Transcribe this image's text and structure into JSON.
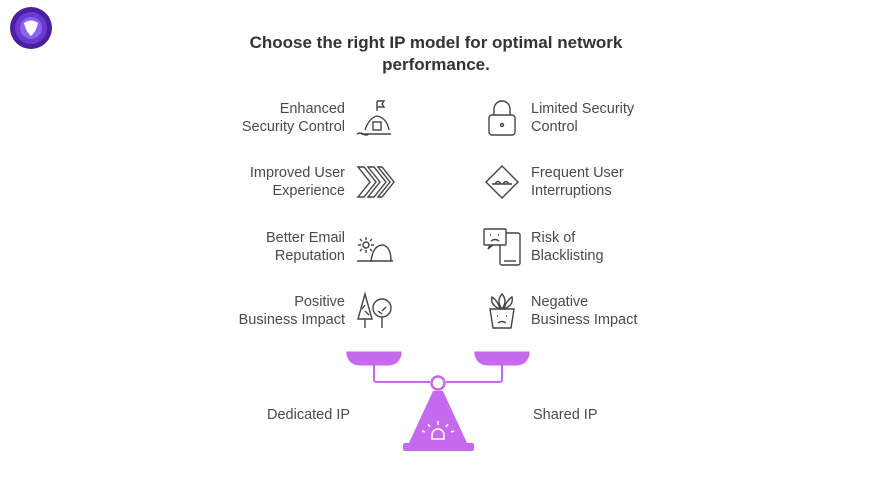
{
  "title_line1": "Choose the right IP model for optimal network",
  "title_line2": "performance.",
  "dedicated": {
    "label": "Dedicated IP",
    "items": [
      {
        "l1": "Enhanced",
        "l2": "Security Control",
        "icon": "castle-flag-icon"
      },
      {
        "l1": "Improved User",
        "l2": "Experience",
        "icon": "fast-forward-icon"
      },
      {
        "l1": "Better Email",
        "l2": "Reputation",
        "icon": "sunrise-icon"
      },
      {
        "l1": "Positive",
        "l2": "Business Impact",
        "icon": "trees-icon"
      }
    ]
  },
  "shared": {
    "label": "Shared IP",
    "items": [
      {
        "l1": "Limited Security",
        "l2": "Control",
        "icon": "padlock-icon"
      },
      {
        "l1": "Frequent User",
        "l2": "Interruptions",
        "icon": "warning-diamond-icon"
      },
      {
        "l1": "Risk of",
        "l2": "Blacklisting",
        "icon": "sad-phone-icon"
      },
      {
        "l1": "Negative",
        "l2": "Business Impact",
        "icon": "wilted-plant-icon"
      }
    ]
  },
  "colors": {
    "accent": "#c56aef",
    "logo": "#5b2bb8"
  }
}
